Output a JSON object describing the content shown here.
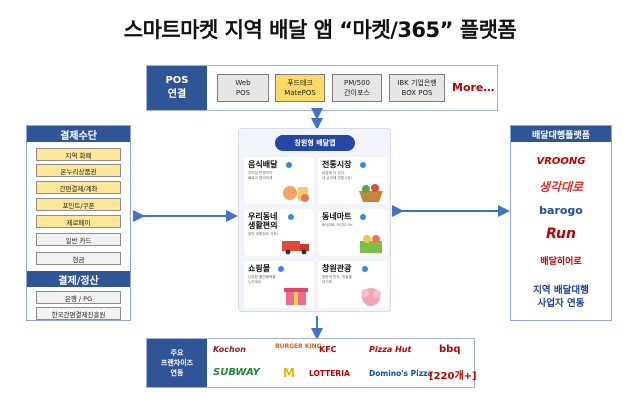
{
  "title": "스마트마켓 지역 배달 앱 “마켓/365” 플랫폼",
  "pos": {
    "label": "POS\n연결",
    "items": [
      {
        "label": "Web\nPOS",
        "highlight": false
      },
      {
        "label": "푸드테크\nMatePOS",
        "highlight": true
      },
      {
        "label": "PM/500\n간이포스",
        "highlight": false
      },
      {
        "label": "IBK 기업은행\nBOX POS",
        "highlight": false
      }
    ],
    "more": "More…"
  },
  "payment": {
    "head": "결제수단",
    "items": [
      {
        "label": "지역 화폐",
        "color": "yellow"
      },
      {
        "label": "온누리상품권",
        "color": "yellow"
      },
      {
        "label": "간편결제/계좌",
        "color": "yellow"
      },
      {
        "label": "포인트/쿠폰",
        "color": "yellow"
      },
      {
        "label": "제로페이",
        "color": "yellow"
      },
      {
        "label": "일반 카드",
        "color": "gray"
      },
      {
        "label": "현금",
        "color": "gray"
      }
    ],
    "settle_head": "결제/정산",
    "settle_items": [
      "은행 / PG",
      "한국간편결제진흥원"
    ]
  },
  "delivery": {
    "head": "배달대행플랫폼",
    "logos": [
      {
        "label": "VROONG",
        "color": "#c00000"
      },
      {
        "label": "생각대로",
        "color": "#e0322a"
      },
      {
        "label": "barogo",
        "color": "#1f4e9c"
      },
      {
        "label": "Run",
        "color": "#c00000"
      },
      {
        "label": "배달히어로",
        "color": "#c00000"
      }
    ],
    "footer": "지역 배달대행\n사업자 연동"
  },
  "app": {
    "head": "창원형 배달앱",
    "cards": [
      {
        "title": "음식배달",
        "desc": "우리집 반경까지\n빠르고 편리하게"
      },
      {
        "title": "전통시장",
        "desc": "싸장에 더 있다,\n내 손안에 전통시장!"
      },
      {
        "title": "우리동네\n생활편의",
        "desc": "일반 생활정보 가득!"
      },
      {
        "title": "동네마트",
        "desc": "동네마트 어디도 OK"
      },
      {
        "title": "쇼핑몰",
        "desc": "다양한 할인혜택을\n누리세요."
      },
      {
        "title": "창원관광",
        "desc": "창원의 맛도, 멋들을\n여기에"
      }
    ]
  },
  "franchise": {
    "label": "주요\n프랜차이즈\n연동",
    "brands_row1": [
      {
        "label": "Kochon",
        "color": "#8b1a1a"
      },
      {
        "label": "BURGER KING",
        "color": "#d2691e"
      },
      {
        "label": "KFC",
        "color": "#c00000"
      },
      {
        "label": "Pizza Hut",
        "color": "#c00000"
      },
      {
        "label": "bbq",
        "color": "#c00000"
      }
    ],
    "brands_row2": [
      {
        "label": "SUBWAY",
        "color": "#1a8a3a"
      },
      {
        "label": "M",
        "color": "#f0b400"
      },
      {
        "label": "LOTTERIA",
        "color": "#c00000"
      },
      {
        "label": "Domino's Pizza",
        "color": "#0b4fa0"
      },
      {
        "label": "[220개+]",
        "color": "#c00000"
      }
    ]
  },
  "colors": {
    "accent": "#2f5597",
    "highlight": "#ffd966",
    "arrow": "#4472c4"
  }
}
